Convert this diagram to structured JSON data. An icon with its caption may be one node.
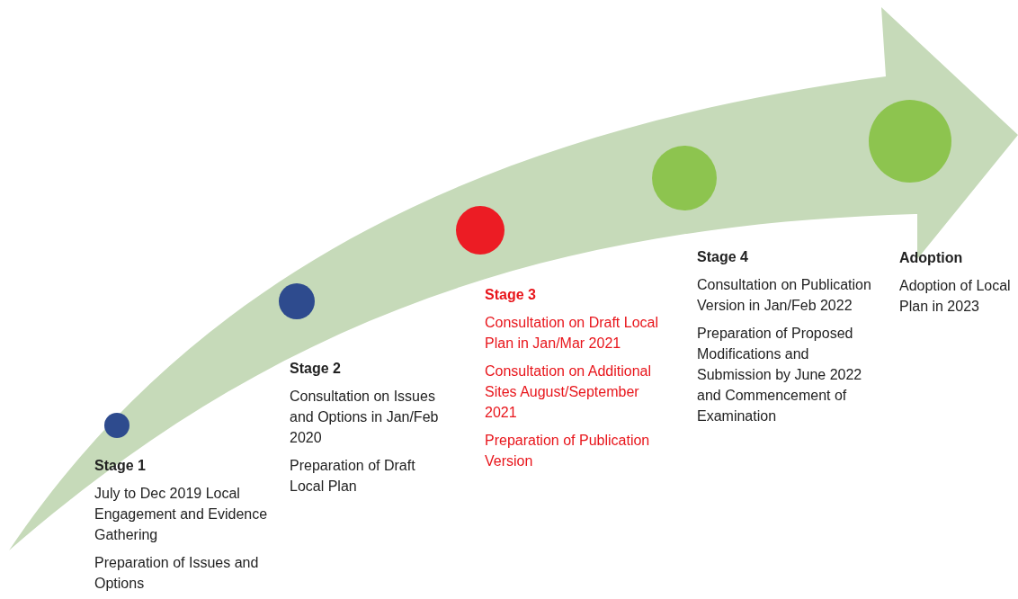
{
  "diagram": {
    "nodes": [
      {
        "text": [],
        "shape": "circle"
      },
      {
        "text": [
          "Stage 1",
          "July to Dec 2019 Local Engagement and Evidence Gathering",
          "Preparation of Issues and Options"
        ]
      },
      {
        "text": [],
        "shape": "circle"
      },
      {
        "text": [
          "Stage 2",
          "Consultation on Issues and Options in Jan/Feb 2020",
          "Preparation of Draft Local Plan"
        ]
      },
      {
        "text": [],
        "shape": "circle"
      },
      {
        "text": [
          "Stage 3",
          "Consultation on Draft Local Plan in Jan/Mar 2021",
          "Consultation on Additional Sites August/September 2021",
          "Preparation of Publication Version"
        ]
      },
      {
        "text": [],
        "shape": "circle"
      },
      {
        "text": [
          "Stage 4",
          "Consultation on Publication Version in Jan/Feb 2022",
          "Preparation of Proposed Modifications and Submission by June 2022 and Commencement of Examination"
        ]
      },
      {
        "text": [],
        "shape": "circle"
      },
      {
        "text": [
          "Adoption",
          "Adoption of Local Plan in 2023"
        ]
      }
    ]
  }
}
